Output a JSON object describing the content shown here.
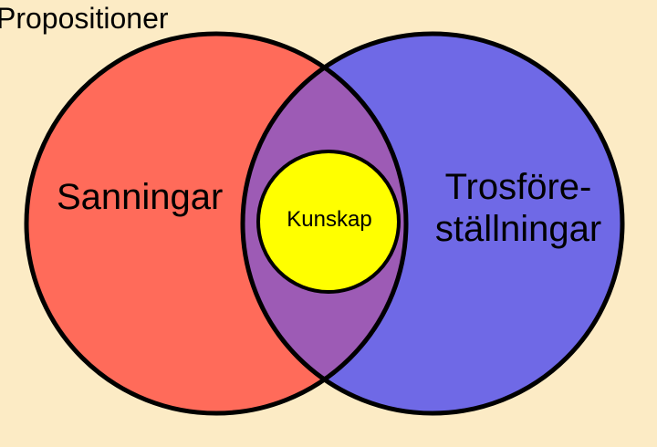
{
  "title": "Propositioner",
  "sets": {
    "truths": {
      "label": "Sanningar"
    },
    "beliefs": {
      "label_line1": "Trosföre-",
      "label_line2": "ställningar"
    },
    "knowledge": {
      "label": "Kunskap"
    }
  },
  "colors": {
    "background": "#FCEBC5",
    "truths": "#FF6B5A",
    "beliefs": "#6F69E6",
    "overlap": "#9D5BB5",
    "knowledge": "#FFFF00",
    "outline": "#000000"
  }
}
